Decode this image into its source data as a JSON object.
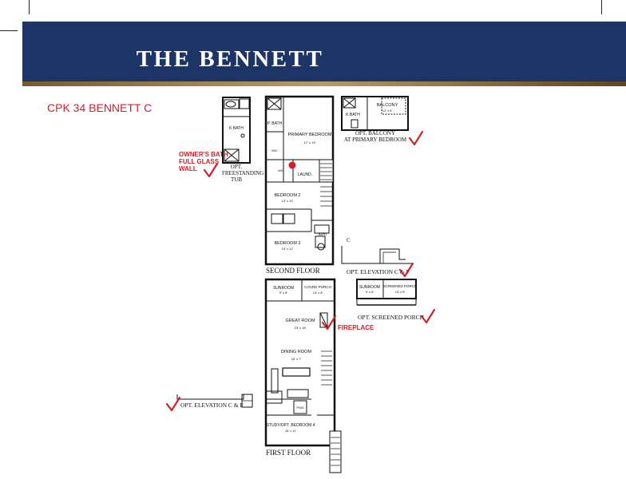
{
  "header": {
    "title": "THE BENNETT"
  },
  "plan_code": "CPK 34 BENNETT C",
  "notes": {
    "owners_bath_line1": "OWNER'S BATH",
    "owners_bath_line2": "FULL GLASS",
    "owners_bath_line3": "WALL",
    "fireplace": "FIREPLACE"
  },
  "plan_labels": {
    "opt_tub_line1": "OPT.",
    "opt_tub_line2": "FREESTANDING",
    "opt_tub_line3": "TUB",
    "opt_balcony_line1": "OPT. BALCONY",
    "opt_balcony_line2": "AT PRIMARY BEDROOM",
    "second_floor": "SECOND FLOOR",
    "first_floor": "FIRST FLOOR",
    "opt_elevation_upper": "OPT. ELEVATION C & F",
    "opt_elevation_lower": "OPT. ELEVATION C & F",
    "opt_screened_porch": "OPT. SCREENED PORCH",
    "elevation_c_marker": "C"
  },
  "rooms": {
    "bath_tub": "K BATH",
    "bath_balcony": "K BATH",
    "balcony": "BALCONY",
    "balcony_size": "12' x 6'",
    "primary_bath": "P. BATH",
    "primary_bedroom": "PRIMARY BEDROOM",
    "primary_bedroom_size": "17' x 13'",
    "wic": "WIC",
    "wic2": "WIC",
    "laundry": "LAUND.",
    "bedroom2": "BEDROOM 2",
    "bedroom2_size": "13' x 10'",
    "bath2": "BATH",
    "bedroom3": "BEDROOM 3",
    "bedroom3_size": "15' x 12'",
    "sunroom": "SUNROOM",
    "sunroom_size": "9' x 8'",
    "covered_porch": "COVRD PORCH",
    "covered_porch_size": "13' x 8'",
    "great_room": "GREAT ROOM",
    "great_room_size": "23' x 18'",
    "dining_room": "DINING ROOM",
    "dining_room_size": "18' x 7'",
    "pwdr": "PWD",
    "study": "STUDY/OPT. BEDROOM 4",
    "study_size": "15' x 11'",
    "opt_sunroom": "SUNROOM",
    "opt_sunroom_size": "9' x 8'",
    "screened_porch": "SCREENED PORCH",
    "screened_porch_size": "13' x 8'"
  },
  "colors": {
    "banner": "#1c3566",
    "accent_gold": "#a98a55",
    "note_red": "#d2202a"
  }
}
